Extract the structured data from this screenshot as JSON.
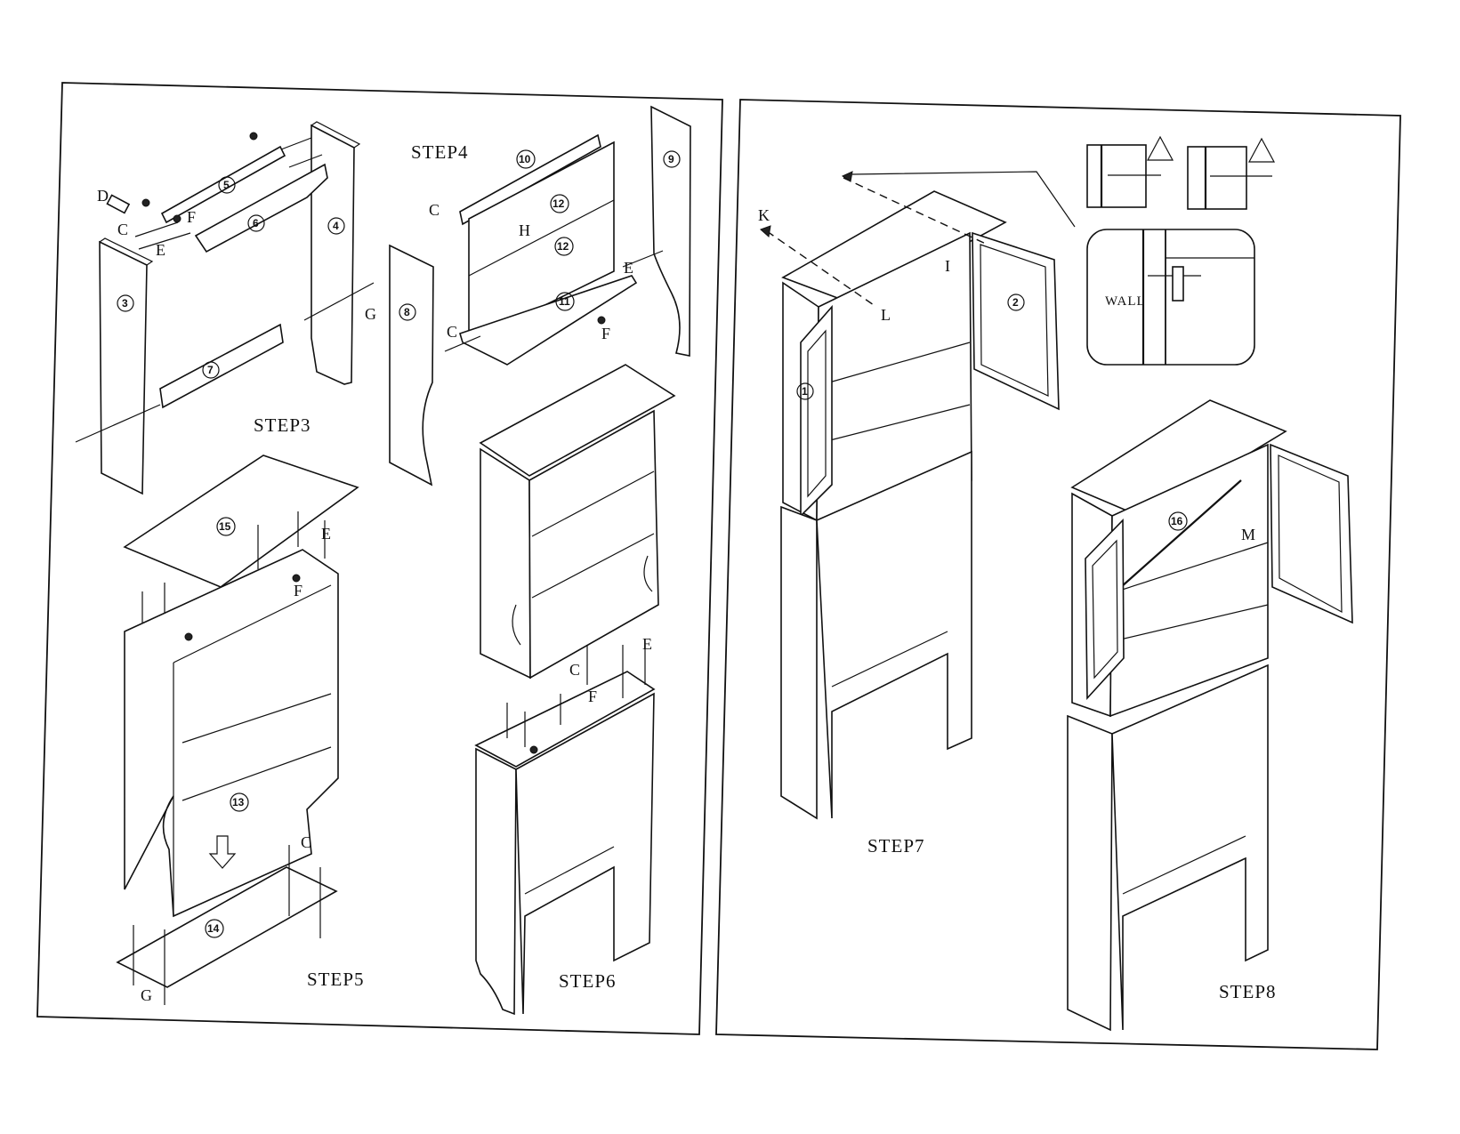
{
  "steps": {
    "step3": "STEP3",
    "step4": "STEP4",
    "step5": "STEP5",
    "step6": "STEP6",
    "step7": "STEP7",
    "step8": "STEP8"
  },
  "parts": {
    "p1": "1",
    "p2": "2",
    "p3": "3",
    "p4": "4",
    "p5": "5",
    "p6": "6",
    "p7": "7",
    "p8": "8",
    "p9": "9",
    "p10": "10",
    "p11": "11",
    "p12": "12",
    "p13": "13",
    "p14": "14",
    "p15": "15",
    "p16": "16"
  },
  "hardware": {
    "c": "C",
    "d": "D",
    "e": "E",
    "f": "F",
    "g": "G",
    "h": "H",
    "i": "I",
    "k": "K",
    "l": "L",
    "m": "M"
  },
  "wall_label": "WALL"
}
